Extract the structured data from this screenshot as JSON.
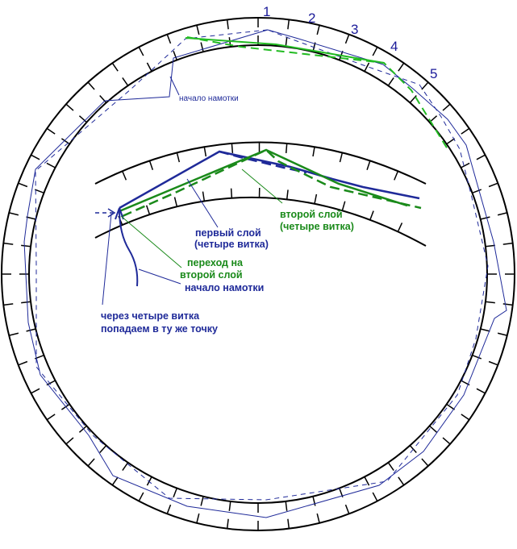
{
  "numbers": [
    "1",
    "2",
    "3",
    "4",
    "5"
  ],
  "labels": {
    "start_outer": "начало намотки",
    "layer1_line1": "первый слой",
    "layer1_line2": "(четыре витка)",
    "layer2_line1": "второй слой",
    "layer2_line2": "(четыре витка)",
    "transition_line1": "переход на",
    "transition_line2": "второй слой",
    "start_inner": "начало намотки",
    "through_line1": "через четыре витка",
    "through_line2": "попадаем в ту же точку"
  },
  "colors": {
    "ring": "#000000",
    "blue": "#1f2a99",
    "green": "#22bb22",
    "green_text": "#1a8a1a",
    "number": "#1a1a99"
  },
  "ring": {
    "tick_count": 52
  }
}
